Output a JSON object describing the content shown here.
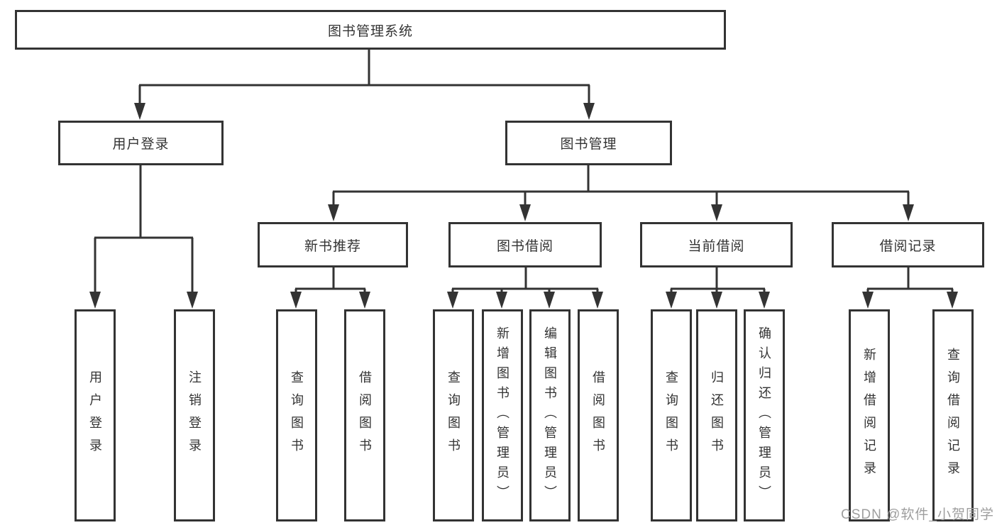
{
  "diagram": {
    "title": "图书管理系统",
    "type": "hierarchy-tree",
    "colors": {
      "line": "#333333",
      "border": "#333333",
      "text": "#333333",
      "background": "#ffffff",
      "watermark_text": "#9e9e9e"
    },
    "nodes": {
      "root": {
        "label": "图书管理系统",
        "level": 1
      },
      "login": {
        "label": "用户登录",
        "level": 2
      },
      "mgmt": {
        "label": "图书管理",
        "level": 2
      },
      "newbook": {
        "label": "新书推荐",
        "level": 3
      },
      "borrow": {
        "label": "图书借阅",
        "level": 3
      },
      "current": {
        "label": "当前借阅",
        "level": 3
      },
      "records": {
        "label": "借阅记录",
        "level": 3
      },
      "leaf_user_login": {
        "label": "用户登录",
        "level": 4
      },
      "leaf_logout": {
        "label": "注销登录",
        "level": 4
      },
      "leaf_nb_query": {
        "label": "查询图书",
        "level": 4
      },
      "leaf_nb_borrow": {
        "label": "借阅图书",
        "level": 4
      },
      "leaf_bw_query": {
        "label": "查询图书",
        "level": 4
      },
      "leaf_bw_add": {
        "label": "新增图书（管理员）",
        "level": 4
      },
      "leaf_bw_edit": {
        "label": "编辑图书（管理员）",
        "level": 4
      },
      "leaf_bw_borrow": {
        "label": "借阅图书",
        "level": 4
      },
      "leaf_cur_query": {
        "label": "查询图书",
        "level": 4
      },
      "leaf_cur_return": {
        "label": "归还图书",
        "level": 4
      },
      "leaf_cur_confirm": {
        "label": "确认归还（管理员）",
        "level": 4
      },
      "leaf_rec_add": {
        "label": "新增借阅记录",
        "level": 4
      },
      "leaf_rec_query": {
        "label": "查询借阅记录",
        "level": 4
      }
    },
    "edges": [
      [
        "root",
        "login"
      ],
      [
        "root",
        "mgmt"
      ],
      [
        "login",
        "leaf_user_login"
      ],
      [
        "login",
        "leaf_logout"
      ],
      [
        "mgmt",
        "newbook"
      ],
      [
        "mgmt",
        "borrow"
      ],
      [
        "mgmt",
        "current"
      ],
      [
        "mgmt",
        "records"
      ],
      [
        "newbook",
        "leaf_nb_query"
      ],
      [
        "newbook",
        "leaf_nb_borrow"
      ],
      [
        "borrow",
        "leaf_bw_query"
      ],
      [
        "borrow",
        "leaf_bw_add"
      ],
      [
        "borrow",
        "leaf_bw_edit"
      ],
      [
        "borrow",
        "leaf_bw_borrow"
      ],
      [
        "current",
        "leaf_cur_query"
      ],
      [
        "current",
        "leaf_cur_return"
      ],
      [
        "current",
        "leaf_cur_confirm"
      ],
      [
        "records",
        "leaf_rec_add"
      ],
      [
        "records",
        "leaf_rec_query"
      ]
    ],
    "watermark": "CSDN @软件_小贺同学"
  }
}
